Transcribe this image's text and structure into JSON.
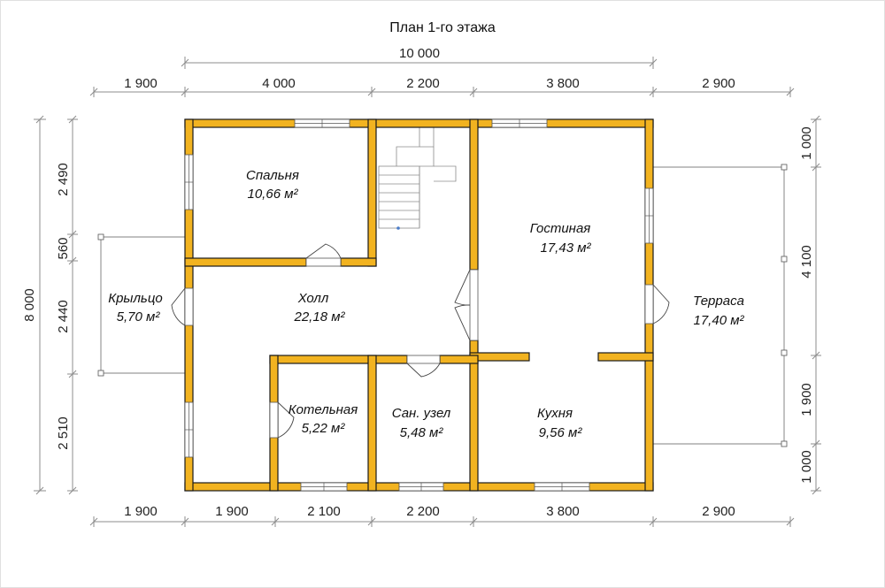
{
  "title": "План 1-го этажа",
  "dimensions": {
    "overall_width": "10 000",
    "top": [
      "1 900",
      "4 000",
      "2 200",
      "3 800",
      "2 900"
    ],
    "bottom": [
      "1 900",
      "1 900",
      "2 100",
      "2 200",
      "3 800",
      "2 900"
    ],
    "left_total": "8 000",
    "left": [
      "2 490",
      "560",
      "2 440",
      "2 510"
    ],
    "right": [
      "1 000",
      "4 100",
      "1 900",
      "1 000"
    ]
  },
  "rooms": {
    "bedroom": {
      "name": "Спальня",
      "area": "10,66 м²"
    },
    "living": {
      "name": "Гостиная",
      "area": "17,43 м²"
    },
    "hall": {
      "name": "Холл",
      "area": "22,18 м²"
    },
    "porch": {
      "name": "Крыльцо",
      "area": "5,70 м²"
    },
    "terrace": {
      "name": "Терраса",
      "area": "17,40 м²"
    },
    "boiler": {
      "name": "Котельная",
      "area": "5,22 м²"
    },
    "bathroom": {
      "name": "Сан. узел",
      "area": "5,48 м²"
    },
    "kitchen": {
      "name": "Кухня",
      "area": "9,56 м²"
    }
  },
  "colors": {
    "wall": "#f2b320",
    "outline": "#1a1a1a",
    "dimension": "#8c8c8c"
  }
}
